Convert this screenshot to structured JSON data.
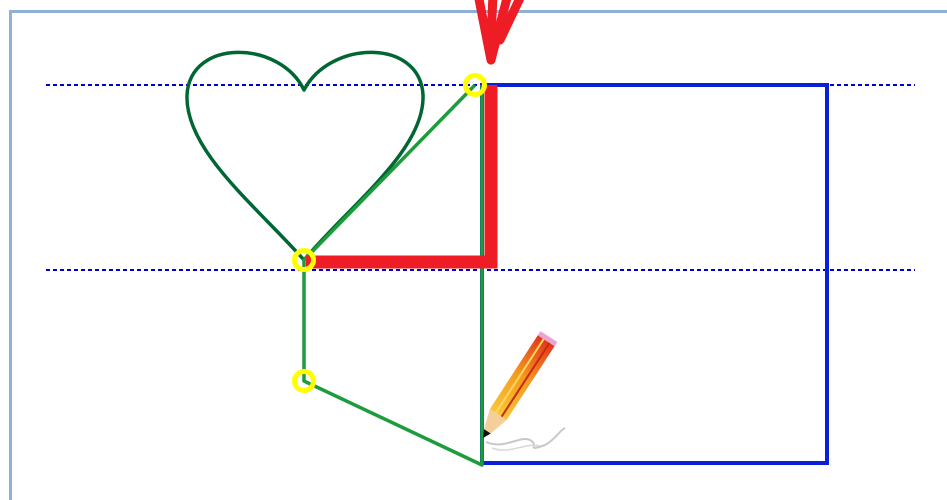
{
  "canvas": {
    "background": "#ffffff",
    "frame_color": "#8fb1d6"
  },
  "colors": {
    "guide_line": "#0000cc",
    "rectangle": "#0a20d8",
    "heart": "#006633",
    "path": "#1c9c3c",
    "highlight": "#ee1c25",
    "point_ring": "#ffff00",
    "arrow": "#ee1c25"
  },
  "elements": {
    "guide_lines": [
      "upper-guide-line",
      "lower-guide-line"
    ],
    "shapes": [
      "heart-shape",
      "blue-rectangle",
      "green-path"
    ],
    "markers": [
      "point-marker-top",
      "point-marker-middle",
      "point-marker-lower"
    ],
    "highlight": "red-corner-highlight",
    "pointer": "red-arrow-pointer",
    "cursor": "pencil-icon"
  }
}
